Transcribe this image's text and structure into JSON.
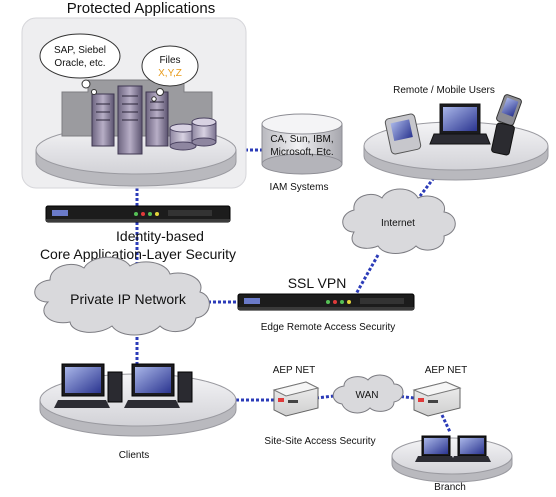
{
  "labels": {
    "protected_apps": "Protected Applications",
    "bubble_sap_1": "SAP, Siebel",
    "bubble_sap_2": "Oracle, etc.",
    "bubble_files": "Files",
    "bubble_files_xyz": "X,Y,Z",
    "iam_cyl_1": "CA, Sun, IBM,",
    "iam_cyl_2": "Microsoft, Etc.",
    "iam_systems": "IAM Systems",
    "remote_users": "Remote / Mobile Users",
    "internet": "Internet",
    "identity_1": "Identity-based",
    "identity_2": "Core Application-Layer Security",
    "ssl_vpn": "SSL VPN",
    "private_ip": "Private IP Network",
    "edge_remote": "Edge Remote Access Security",
    "aep_net_left": "AEP NET",
    "aep_net_right": "AEP NET",
    "wan": "WAN",
    "site_site": "Site-Site Access Security",
    "clients": "Clients",
    "branch": "Branch"
  },
  "colors": {
    "link_blue": "#2b3bb8",
    "xyz_orange": "#e89b1a",
    "cloud": "#d9d9dc",
    "device_body": "#1c1c1c"
  },
  "icons": {
    "server_cluster": "server-cluster-icon",
    "database": "database-icon",
    "appliance": "network-appliance-icon",
    "laptop": "laptop-icon",
    "pda": "pda-icon",
    "phone": "flip-phone-icon",
    "desktop": "desktop-computer-icon",
    "router": "router-icon"
  }
}
